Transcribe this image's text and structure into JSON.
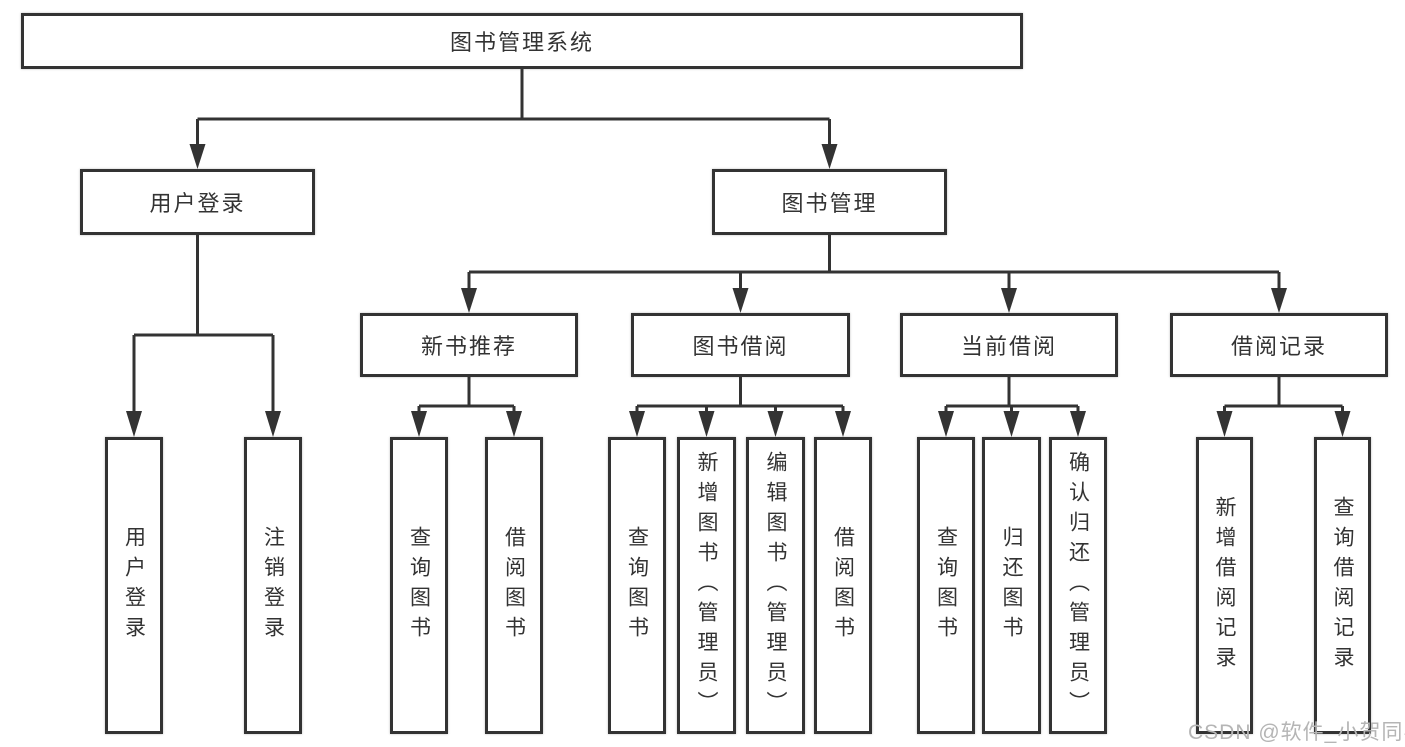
{
  "diagram_type": "hierarchy-org-chart",
  "colors": {
    "background": "#ffffff",
    "line": "#333333",
    "box_border": "#333333",
    "box_fill": "#ffffff",
    "text": "#333333",
    "watermark": "#b5b5b5"
  },
  "tree": {
    "root": {
      "label": "图书管理系统"
    },
    "branches": [
      {
        "label": "用户登录",
        "children": [
          {
            "label": "用户登录"
          },
          {
            "label": "注销登录"
          }
        ]
      },
      {
        "label": "图书管理",
        "children": [
          {
            "label": "新书推荐",
            "children": [
              {
                "label": "查询图书"
              },
              {
                "label": "借阅图书"
              }
            ]
          },
          {
            "label": "图书借阅",
            "children": [
              {
                "label": "查询图书"
              },
              {
                "label": "新增图书（管理员）"
              },
              {
                "label": "编辑图书（管理员）"
              },
              {
                "label": "借阅图书"
              }
            ]
          },
          {
            "label": "当前借阅",
            "children": [
              {
                "label": "查询图书"
              },
              {
                "label": "归还图书"
              },
              {
                "label": "确认归还（管理员）"
              }
            ]
          },
          {
            "label": "借阅记录",
            "children": [
              {
                "label": "新增借阅记录"
              },
              {
                "label": "查询借阅记录"
              }
            ]
          }
        ]
      }
    ]
  },
  "watermark": {
    "text": "CSDN @软件_小贺同学"
  }
}
